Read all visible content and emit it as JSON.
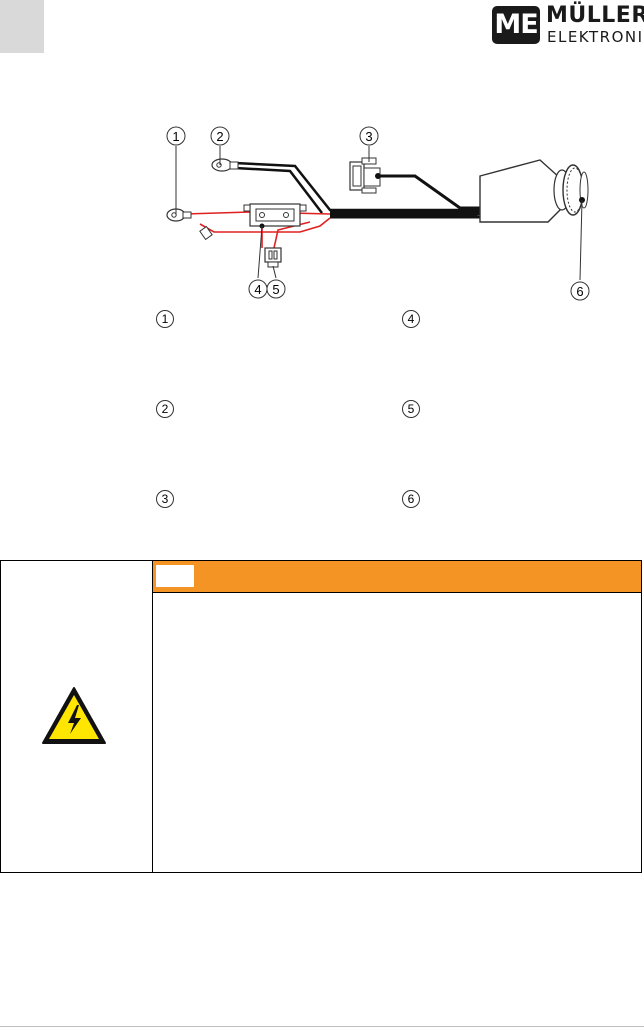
{
  "header": {
    "logo": {
      "badge_text": "ME",
      "name": "MÜLLER",
      "sub": "ELEKTRONIK"
    }
  },
  "diagram": {
    "callouts": [
      "1",
      "2",
      "3",
      "4",
      "5",
      "6"
    ]
  },
  "legend": {
    "items": [
      {
        "number": "1",
        "text": ""
      },
      {
        "number": "2",
        "text": ""
      },
      {
        "number": "3",
        "text": ""
      },
      {
        "number": "4",
        "text": ""
      },
      {
        "number": "5",
        "text": ""
      },
      {
        "number": "6",
        "text": ""
      }
    ]
  },
  "warning": {
    "signal_word": "",
    "icon": "electric-shock-warning-icon",
    "body": "",
    "colors": {
      "header": "#f39424",
      "sign_fill": "#ffe600"
    }
  },
  "colors": {
    "page_tab": "#d9d9d9",
    "cable_red": "#e02020",
    "cable_black": "#111111"
  }
}
